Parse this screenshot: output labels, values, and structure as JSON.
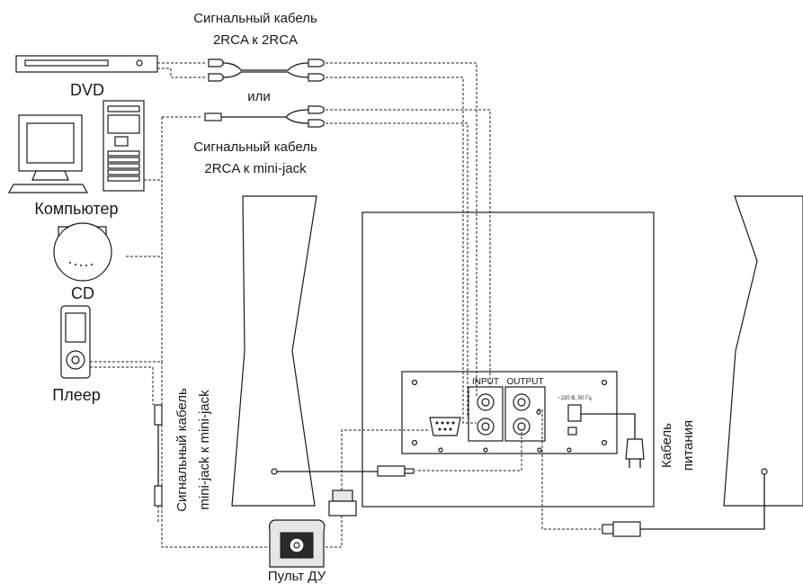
{
  "labels": {
    "signal_cable_rca_line1": "Сигнальный кабель",
    "signal_cable_rca_line2": "2RCA к 2RCA",
    "dvd": "DVD",
    "or": "или",
    "signal_cable_minijack_line1": "Сигнальный кабель",
    "signal_cable_minijack_line2": "2RCA к mini-jack",
    "computer": "Компьютер",
    "cd": "CD",
    "player": "Плеер",
    "minijack_cable_line1": "Сигнальный кабель",
    "minijack_cable_line2": "mini-jack к mini-jack",
    "remote": "Пульт ДУ",
    "power_cable_line1": "Кабель",
    "power_cable_line2": "питания",
    "input": "INPUT",
    "output": "OUTPUT",
    "voltage": "~220 В, 50 Гц"
  }
}
